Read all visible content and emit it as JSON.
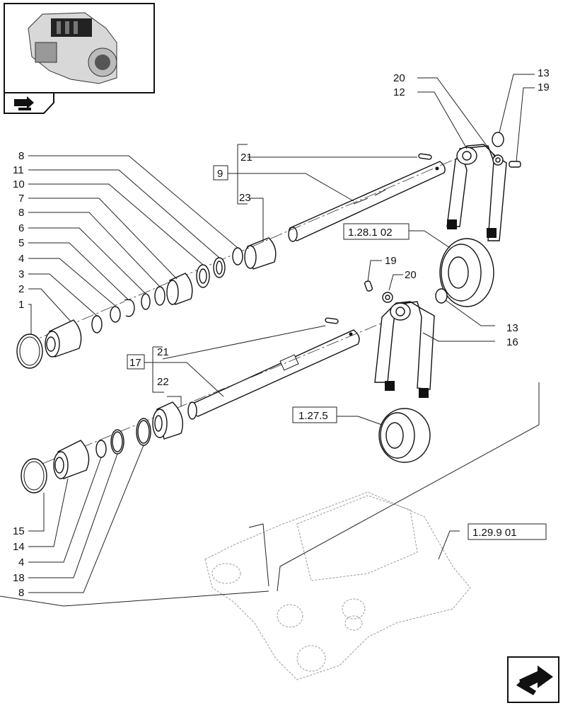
{
  "labels": {
    "left": [
      "8",
      "11",
      "10",
      "7",
      "8",
      "6",
      "5",
      "4",
      "3",
      "2",
      "1"
    ],
    "bottom_left": [
      "15",
      "14",
      "4",
      "18",
      "8"
    ],
    "top_right": {
      "l20": "20",
      "l12": "12",
      "l13": "13",
      "l19": "19"
    },
    "mid_right": {
      "l19": "19",
      "l20": "20",
      "l13": "13",
      "l16": "16"
    },
    "upper_shaft": {
      "group": "9",
      "l21": "21",
      "l23": "23"
    },
    "lower_shaft": {
      "group": "17",
      "l21": "21",
      "l22": "22"
    }
  },
  "refs": {
    "r1": "1.28.1 02",
    "r2": "1.27.5",
    "r3": "1.29.9 01"
  },
  "icons": {
    "thumbnail": "gearbox-thumbnail-icon",
    "nav_prev": "nav-back-icon",
    "nav_next": "nav-forward-icon"
  }
}
